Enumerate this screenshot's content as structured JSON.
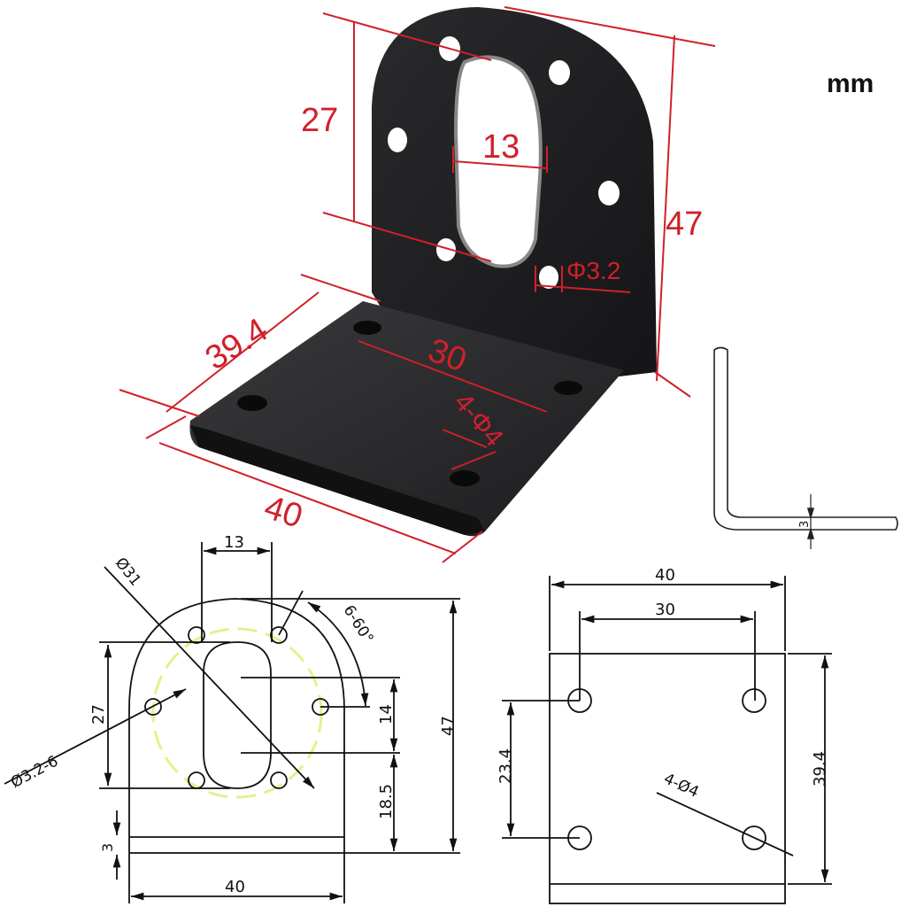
{
  "unit_label": "mm",
  "photo_view": {
    "description": "Black L-shaped motor mounting bracket photo with red dimension annotations",
    "dims": {
      "upright_height": "47",
      "slot_span": "27",
      "slot_width": "13",
      "small_hole": "Φ3.2",
      "base_depth": "39.4",
      "base_width": "40",
      "base_hole_spacing": "30",
      "base_holes": "4-Φ4"
    },
    "annotation_color": "#d0202a",
    "bracket_color": "#1c1c1e"
  },
  "side_profile": {
    "thickness": "3"
  },
  "front_view": {
    "slot_width": "13",
    "pcd": "Ø31",
    "angle": "6-60°",
    "holes": "Ø3.2-6",
    "slot_length": "27",
    "slot_inner": "14",
    "slot_bottom_offset": "18.5",
    "height": "47",
    "thickness": "3",
    "width": "40",
    "pcd_color": "#e6f08a"
  },
  "base_view": {
    "width": "40",
    "hole_spacing_x": "30",
    "hole_spacing_y": "23.4",
    "depth": "39.4",
    "holes": "4-Ø4"
  }
}
